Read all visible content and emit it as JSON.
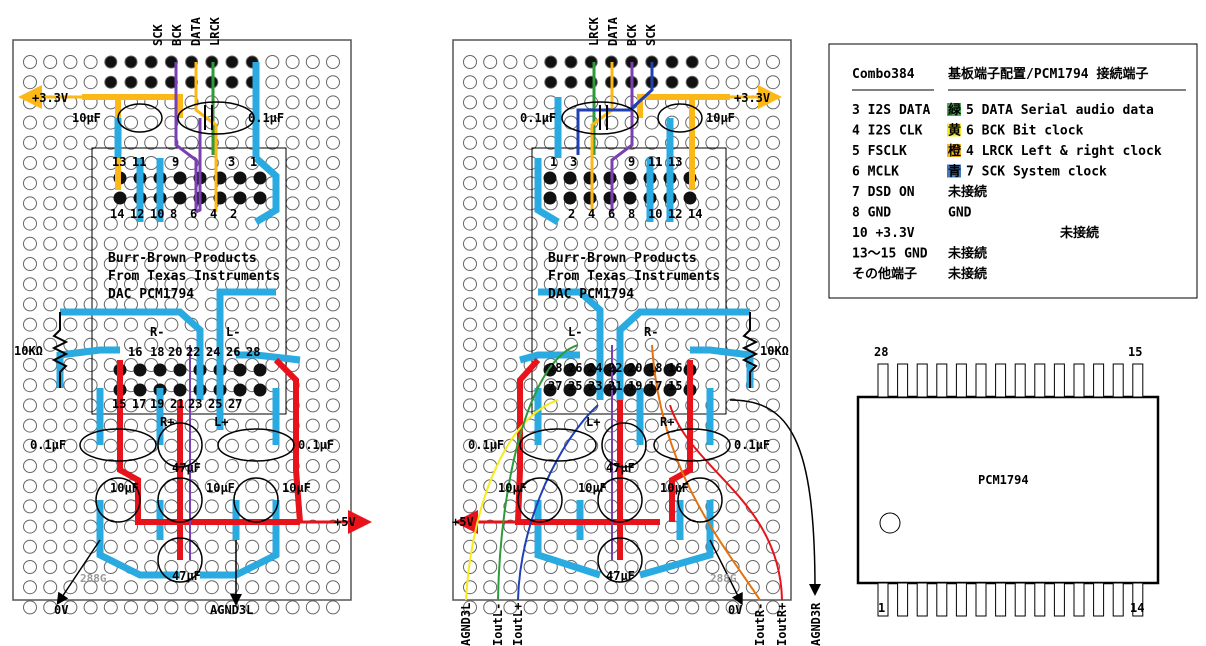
{
  "left_board": {
    "top_labels": [
      "SCK",
      "BCK",
      "DATA",
      "LRCK"
    ],
    "supply_33": "+3.3V",
    "cap_10uf": "10μF",
    "cap_01uf": "0.1μF",
    "pins_top": [
      "13",
      "11",
      "9",
      "3",
      "1"
    ],
    "pins_bot": [
      "14",
      "12",
      "10",
      "8",
      "6",
      "4",
      "2"
    ],
    "text_lines": [
      "Burr-Brown Products",
      "From Texas Instruments",
      "DAC  PCM1794"
    ],
    "resistor": "10KΩ",
    "r_minus": "R-",
    "l_minus": "L-",
    "pins_mid": [
      "16",
      "18",
      "20",
      "22",
      "24",
      "26",
      "28"
    ],
    "pins_low": [
      "15",
      "17",
      "19",
      "21",
      "23",
      "25",
      "27"
    ],
    "r_plus": "R+",
    "l_plus": "L+",
    "cap_01uf_left": "0.1μF",
    "cap_01uf_right": "0.1μF",
    "cap_47uf_mid": "47μF",
    "cap_10uf_a": "10μF",
    "cap_10uf_b": "10μF",
    "cap_10uf_c": "10μF",
    "cap_47uf_bot": "47μF",
    "supply_5": "+5V",
    "ground_0v": "0V",
    "agnd": "AGND3L",
    "silk": "288G"
  },
  "right_board": {
    "top_labels": [
      "LRCK",
      "DATA",
      "BCK",
      "SCK"
    ],
    "supply_33": "+3.3V",
    "cap_01uf": "0.1μF",
    "cap_10uf": "10μF",
    "pins_top": [
      "1",
      "3",
      "9",
      "11",
      "13"
    ],
    "pins_bot": [
      "2",
      "4",
      "6",
      "8",
      "10",
      "12",
      "14"
    ],
    "text_lines": [
      "Burr-Brown Products",
      "From Texas Instruments",
      "DAC  PCM1794"
    ],
    "resistor": "10KΩ",
    "l_minus": "L-",
    "r_minus": "R-",
    "pins_mid": [
      "28",
      "26",
      "24",
      "22",
      "20",
      "18",
      "16"
    ],
    "pins_low": [
      "27",
      "25",
      "23",
      "21",
      "19",
      "17",
      "15"
    ],
    "l_plus": "L+",
    "r_plus": "R+",
    "cap_01uf_left": "0.1μF",
    "cap_01uf_right": "0.1μF",
    "cap_47uf_mid": "47μF",
    "cap_10uf_a": "10μF",
    "cap_10uf_b": "10μF",
    "cap_10uf_c": "10μF",
    "cap_47uf_bot": "47μF",
    "supply_5": "+5V",
    "ground_0v": "0V",
    "bottom_labels": [
      "AGND3L",
      "IoutL-",
      "IoutL+",
      "IoutR-",
      "IoutR+",
      "AGND3R"
    ],
    "silk": "288G"
  },
  "table": {
    "header_left": "Combo384",
    "header_right": "基板端子配置/PCM1794 接続端子",
    "rows": [
      {
        "combo": "3 I2S DATA",
        "color_word": "緑",
        "desc": "5 DATA Serial audio data",
        "color": "#2e9a3a"
      },
      {
        "combo": "4 I2S CLK",
        "color_word": "黄",
        "desc": "6 BCK Bit clock",
        "color": "#f2e600"
      },
      {
        "combo": "5 FSCLK",
        "color_word": "橙",
        "desc": "4 LRCK Left & right clock",
        "color": "#f5a800"
      },
      {
        "combo": "6 MCLK",
        "color_word": "青",
        "desc": "7 SCK System clock",
        "color": "#1f5fb4"
      },
      {
        "combo": "7 DSD ON",
        "color_word": "",
        "desc": "未接続",
        "color": ""
      },
      {
        "combo": "8 GND",
        "color_word": "",
        "desc": "GND",
        "color": ""
      },
      {
        "combo": "10 +3.3V",
        "color_word": "",
        "desc": "未接続",
        "color": ""
      },
      {
        "combo": "13〜15 GND",
        "color_word": "",
        "desc": "未接続",
        "color": ""
      },
      {
        "combo": "その他端子",
        "color_word": "",
        "desc": "未接続",
        "color": ""
      }
    ]
  },
  "chip": {
    "label": "PCM1794",
    "pin_tl": "28",
    "pin_tr": "15",
    "pin_bl": "1",
    "pin_br": "14",
    "pin_count_per_side": 14
  },
  "colors": {
    "trace_blue": "#29aae1",
    "trace_red": "#e8121b",
    "trace_yellow": "#fbb817",
    "wire_green": "#2e9a3a",
    "wire_purple": "#7a3fb0",
    "wire_orange": "#e5720e",
    "wire_yellow": "#f7ec1a",
    "wire_navy": "#1f3fb4"
  }
}
